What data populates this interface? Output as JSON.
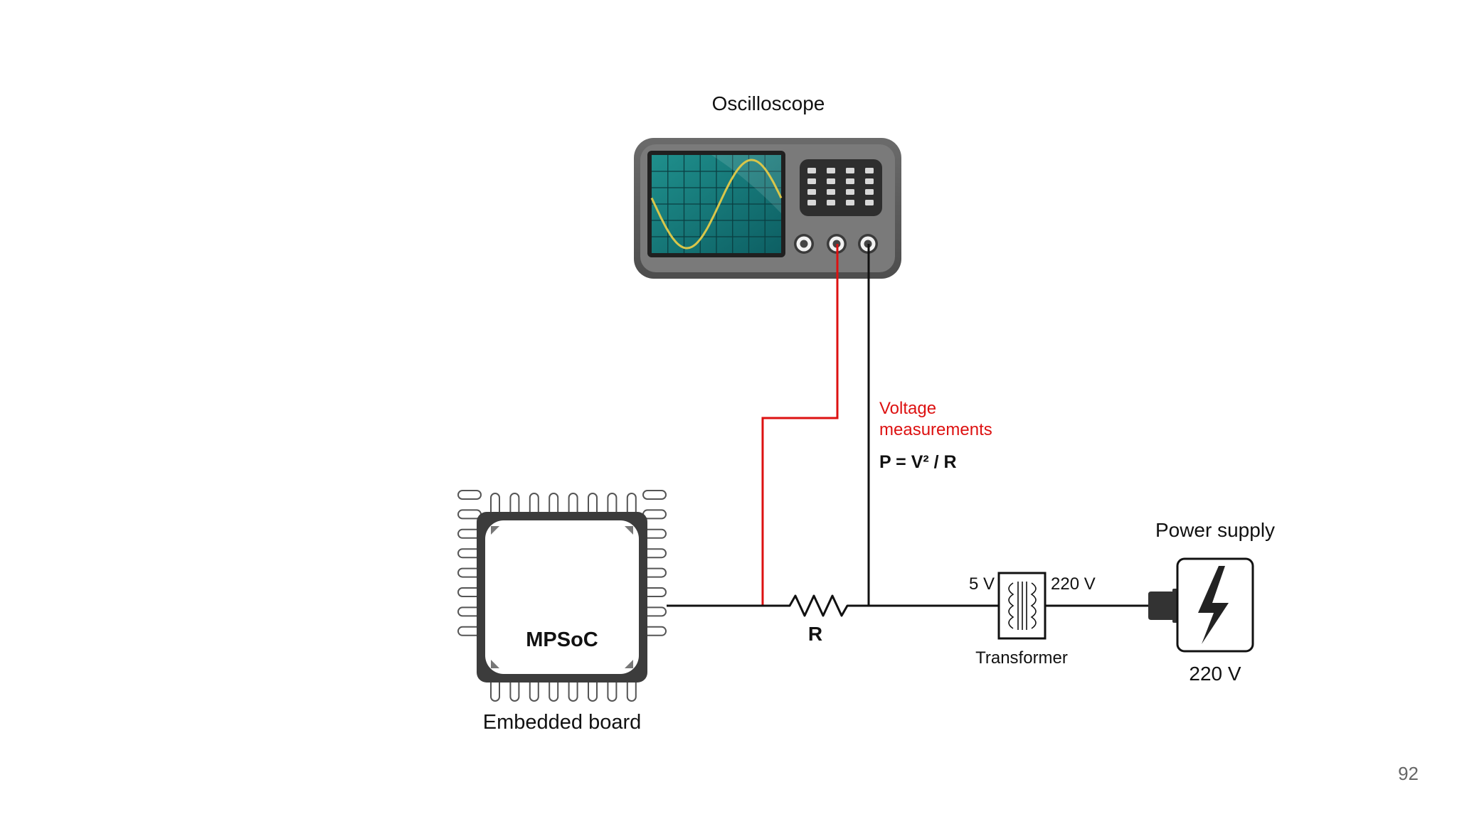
{
  "slide": {
    "page_number": "92"
  },
  "oscilloscope": {
    "label": "Oscilloscope"
  },
  "measurement": {
    "label_line1": "Voltage",
    "label_line2": "measurements",
    "formula": "P = V² / R",
    "color": "#dd1111"
  },
  "chip": {
    "label": "MPSoC",
    "caption": "Embedded board"
  },
  "resistor": {
    "label": "R"
  },
  "transformer": {
    "label": "Transformer",
    "left_voltage": "5 V",
    "right_voltage": "220 V"
  },
  "power_supply": {
    "label": "Power supply",
    "voltage": "220 V"
  },
  "icons": [
    "oscilloscope-icon",
    "chip-icon",
    "resistor-symbol",
    "transformer-symbol",
    "power-plug-icon",
    "lightning-icon"
  ]
}
